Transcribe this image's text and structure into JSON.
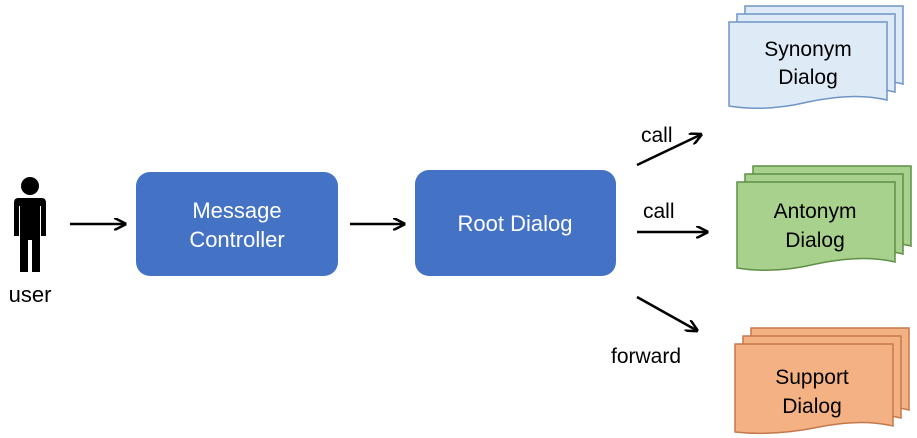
{
  "actor": {
    "label": "user",
    "icon": "person-icon"
  },
  "nodes": {
    "message_controller": {
      "line1": "Message",
      "line2": "Controller",
      "fill": "#4472C4"
    },
    "root_dialog": {
      "label": "Root Dialog",
      "fill": "#4472C4"
    },
    "synonym_dialog": {
      "line1": "Synonym",
      "line2": "Dialog",
      "fill": "#DEEBF7",
      "stroke": "#6F95C7"
    },
    "antonym_dialog": {
      "line1": "Antonym",
      "line2": "Dialog",
      "fill": "#A9D18E",
      "stroke": "#5E8F45"
    },
    "support_dialog": {
      "line1": "Support",
      "line2": "Dialog",
      "fill": "#F4B183",
      "stroke": "#C5784A"
    }
  },
  "edges": {
    "to_synonym": "call",
    "to_antonym": "call",
    "to_support": "forward"
  }
}
